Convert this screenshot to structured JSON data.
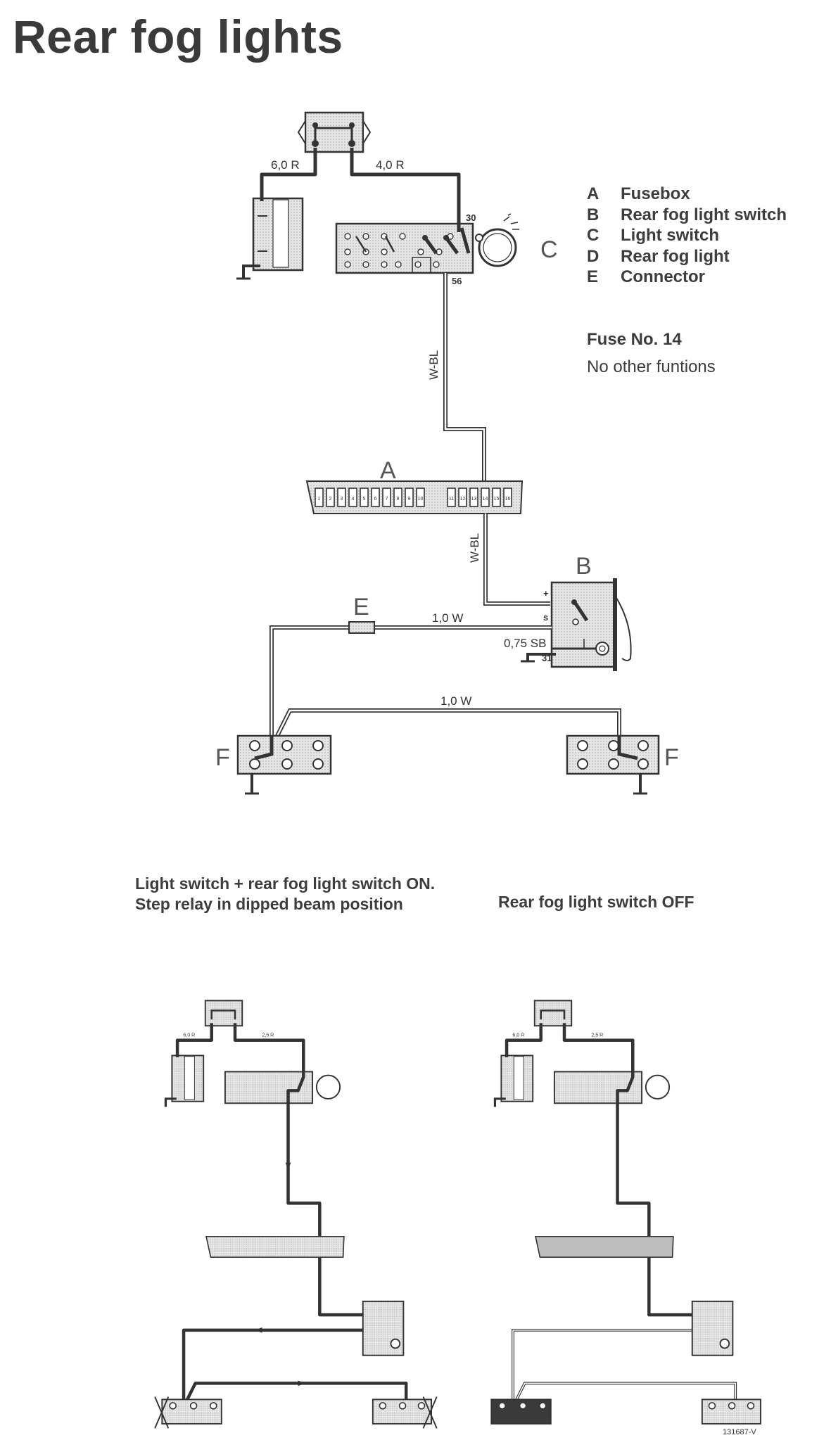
{
  "title": "Rear fog lights",
  "legend": [
    {
      "key": "A",
      "label": "Fusebox"
    },
    {
      "key": "B",
      "label": "Rear fog light switch"
    },
    {
      "key": "C",
      "label": "Light switch"
    },
    {
      "key": "D",
      "label": "Rear fog light"
    },
    {
      "key": "E",
      "label": "Connector"
    }
  ],
  "fuse": {
    "number": "Fuse No. 14",
    "note": "No other funtions"
  },
  "captions": {
    "left_line1": "Light switch + rear fog light switch ON.",
    "left_line2": "Step relay in dipped beam position",
    "right": "Rear fog light switch OFF"
  },
  "part_number": "131687-V",
  "diagram": {
    "part_letters": {
      "fusebox": "A",
      "fog_switch": "B",
      "light_switch": "C",
      "connector": "E",
      "fog_light_left": "F",
      "fog_light_right": "F"
    },
    "wire_labels": {
      "battery": "6,0 R",
      "supply": "4,0 R",
      "supply_small": "2,5 R",
      "switch_out": "W-BL",
      "fuse_out": "W-BL",
      "to_connector": "1,0 W",
      "to_lights": "1,0 W",
      "ground": "0,75 SB"
    },
    "terminals": {
      "t30": "30",
      "t56": "56",
      "plus": "+",
      "s": "s",
      "t31": "31"
    },
    "fuse_numbers": [
      "1",
      "2",
      "3",
      "4",
      "5",
      "6",
      "7",
      "8",
      "9",
      "10",
      "11",
      "12",
      "13",
      "14",
      "15",
      "16"
    ]
  },
  "colors": {
    "wire": "#3a3a3a",
    "box_fill": "#e4e4e4",
    "dark_fill": "#6b6b6b"
  }
}
